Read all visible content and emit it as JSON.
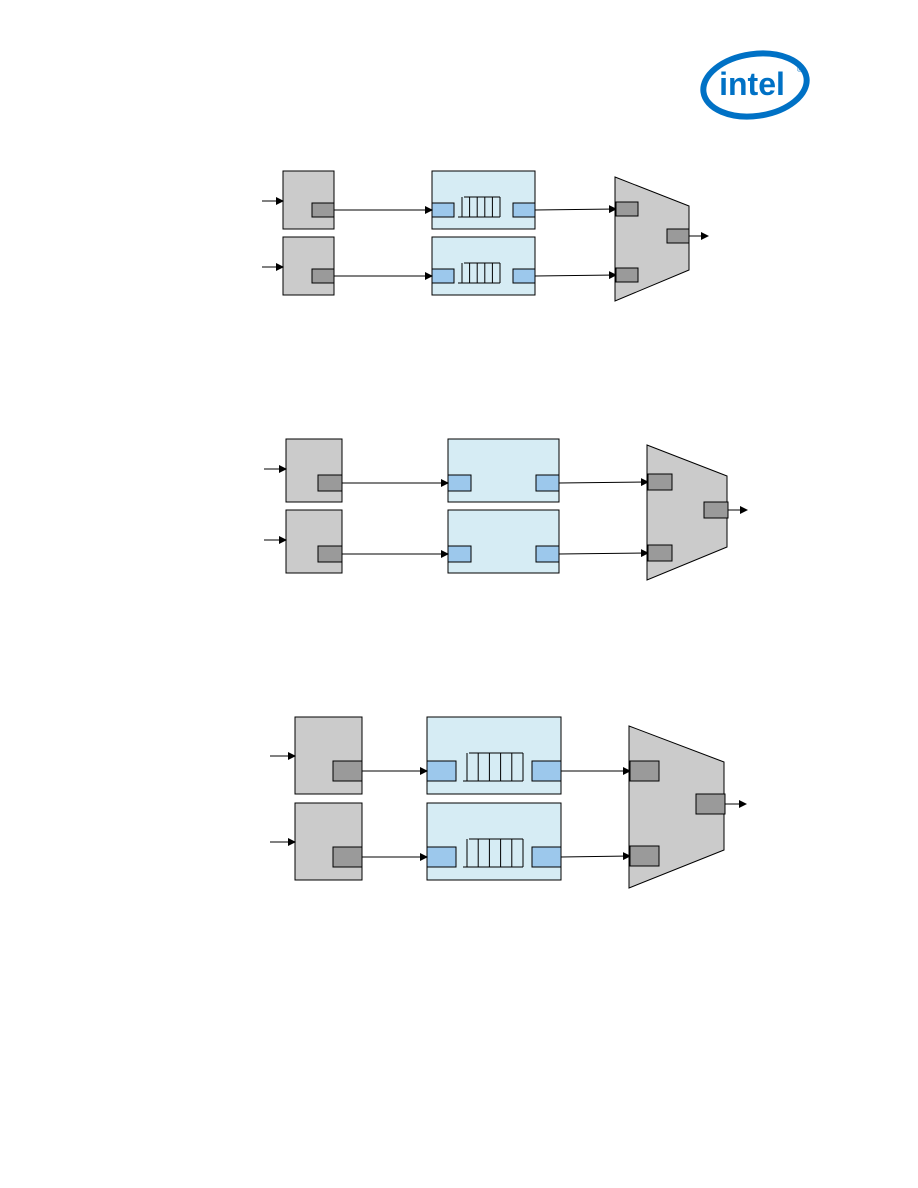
{
  "logo": {
    "text": "intel",
    "color": "#0071c5"
  },
  "colors": {
    "source_fill": "#cbcbcb",
    "port_dark": "#9a9a9a",
    "fifo_fill": "#d6ecf4",
    "port_light": "#9cc8ec",
    "mux_fill": "#cbcbcb",
    "stroke": "#000000"
  },
  "diagrams": [
    {
      "id": "diagram-1",
      "fifo_slots": 5,
      "channels": 2
    },
    {
      "id": "diagram-2",
      "fifo_slots": 0,
      "channels": 2
    },
    {
      "id": "diagram-3",
      "fifo_slots": 5,
      "channels": 2
    }
  ]
}
